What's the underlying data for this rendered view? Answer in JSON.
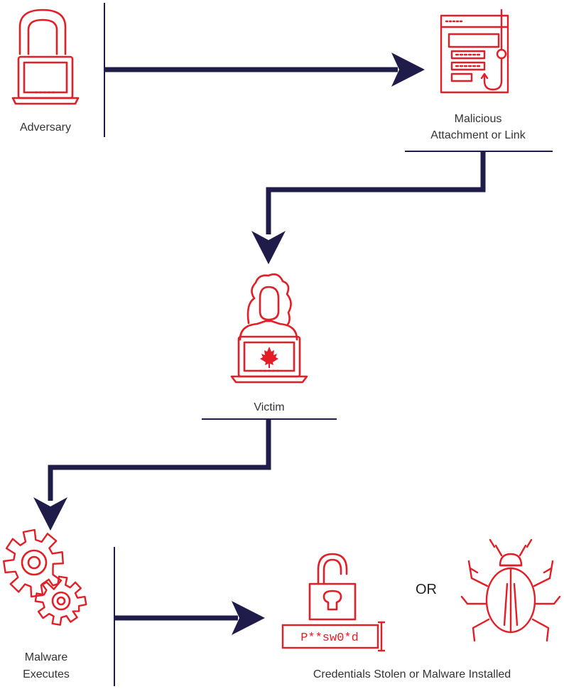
{
  "colors": {
    "icon": "#e41e26",
    "arrow": "#1f1c4a",
    "text": "#333333"
  },
  "nodes": {
    "adversary": {
      "label": "Adversary",
      "icon": "hooded-hacker-laptop-icon"
    },
    "attachment": {
      "label_line1": "Malicious",
      "label_line2": "Attachment or Link",
      "icon": "phishing-hook-page-icon"
    },
    "victim": {
      "label": "Victim",
      "icon": "woman-laptop-maple-leaf-icon"
    },
    "malware": {
      "label_line1": "Malware",
      "label_line2": "Executes",
      "icon": "gears-icon"
    },
    "outcome": {
      "label": "Credentials Stolen or Malware Installed",
      "password_text": "P**sw0*d",
      "or_text": "OR",
      "icons": [
        "unlocked-padlock-icon",
        "bug-icon"
      ]
    }
  }
}
